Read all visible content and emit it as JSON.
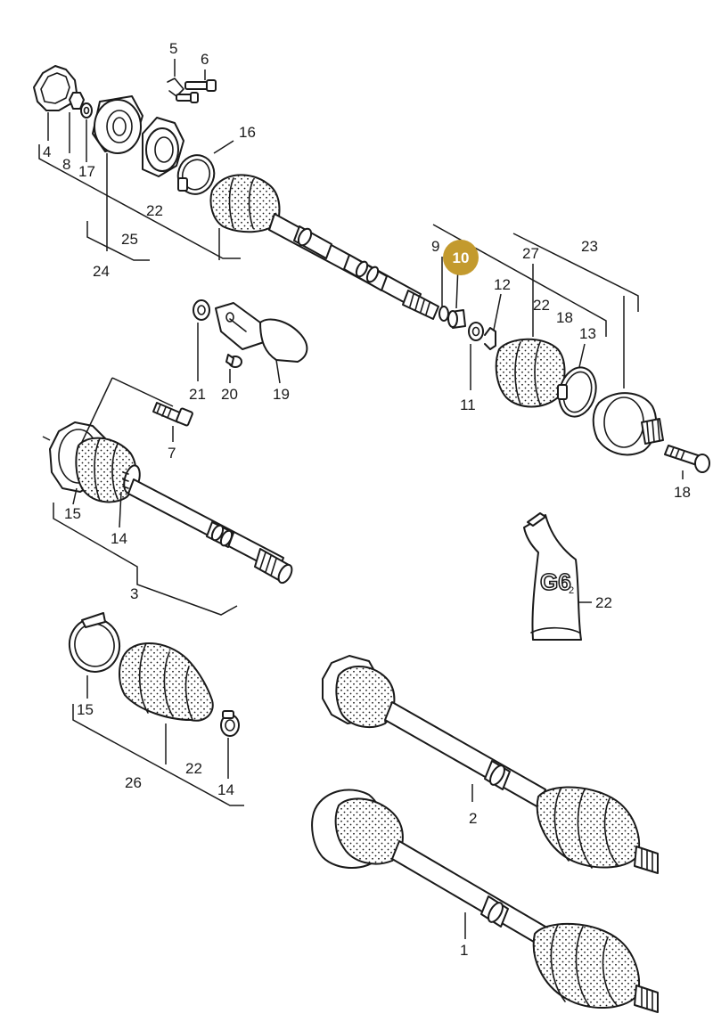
{
  "accent_color": "#c39a2e",
  "highlight": {
    "label": "10"
  },
  "tube": {
    "main": "G6",
    "sub": "2"
  },
  "labels": {
    "l4": "4",
    "l5": "5",
    "l6": "6",
    "l8": "8",
    "l17": "17",
    "l16": "16",
    "l22a": "22",
    "l25": "25",
    "l24": "24",
    "l9": "9",
    "l12": "12",
    "l27": "27",
    "l23": "23",
    "l22b": "22",
    "l18a": "18",
    "l13": "13",
    "l11": "11",
    "l18b": "18",
    "l21": "21",
    "l20": "20",
    "l19": "19",
    "l7": "7",
    "l15a": "15",
    "l14a": "14",
    "l3": "3",
    "l22c": "22",
    "l15b": "15",
    "l22d": "22",
    "l26": "26",
    "l14b": "14",
    "l2": "2",
    "l1": "1"
  }
}
